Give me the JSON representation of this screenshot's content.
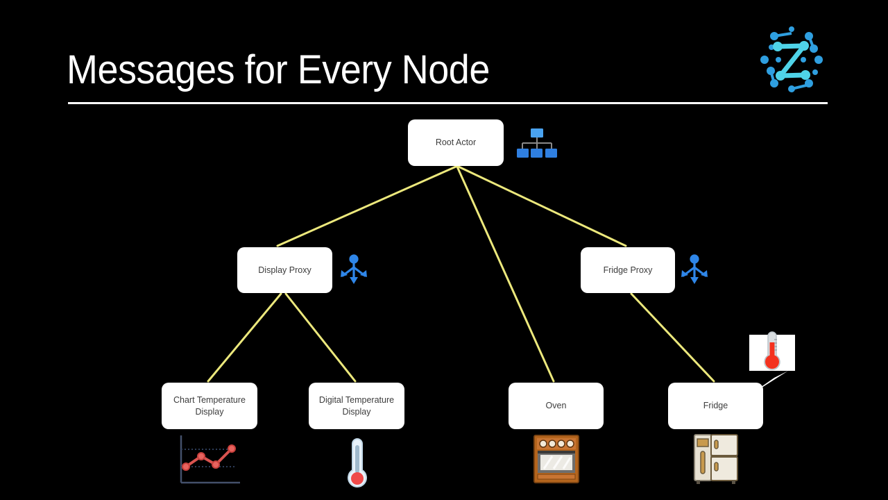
{
  "slide": {
    "title": "Messages for Every Node",
    "background_color": "#000000",
    "title_color": "#ffffff",
    "edge_color": "#ece87c",
    "node_fill": "#ffffff",
    "node_text_color": "#3c3c3c",
    "accent_blue": "#2f86e8",
    "accent_light_blue": "#4aa3f0",
    "thermometer_red": "#f4321f"
  },
  "logo": {
    "name": "z-network-logo",
    "letter": "Z",
    "primary_color": "#2f9fe0",
    "secondary_color": "#4fd3e8"
  },
  "nodes": [
    {
      "id": "root",
      "label": "Root Actor",
      "icon": "hierarchy-icon"
    },
    {
      "id": "display-proxy",
      "label": "Display Proxy",
      "icon": "broadcast-icon"
    },
    {
      "id": "fridge-proxy",
      "label": "Fridge Proxy",
      "icon": "broadcast-icon"
    },
    {
      "id": "chart-display",
      "label": "Chart Temperature\nDisplay",
      "icon": "line-chart-icon"
    },
    {
      "id": "digital-display",
      "label": "Digital Temperature\nDisplay",
      "icon": "thermometer-icon"
    },
    {
      "id": "oven",
      "label": "Oven",
      "icon": "oven-icon"
    },
    {
      "id": "fridge",
      "label": "Fridge",
      "icon": "refrigerator-icon"
    }
  ],
  "edges": [
    {
      "from": "root",
      "to": "display-proxy"
    },
    {
      "from": "root",
      "to": "oven"
    },
    {
      "from": "root",
      "to": "fridge-proxy"
    },
    {
      "from": "display-proxy",
      "to": "chart-display"
    },
    {
      "from": "display-proxy",
      "to": "digital-display"
    },
    {
      "from": "fridge-proxy",
      "to": "fridge"
    }
  ],
  "callout": {
    "name": "temperature-message-callout",
    "icon": "thermometer-icon",
    "points_to": "fridge"
  }
}
